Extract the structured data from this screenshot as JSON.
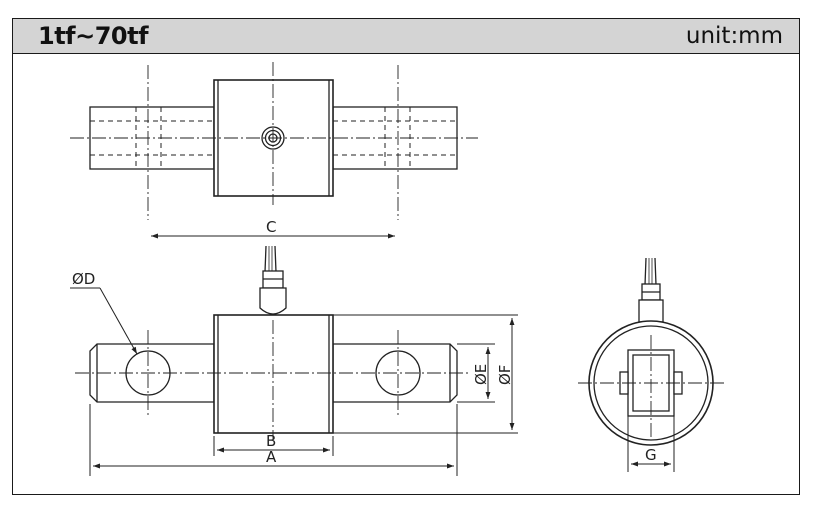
{
  "header": {
    "title": "1tf~70tf",
    "unit": "unit:mm"
  },
  "dimensions": {
    "a": "A",
    "b": "B",
    "c": "C",
    "d": "ØD",
    "e": "ØE",
    "f": "ØF",
    "g": "G"
  }
}
